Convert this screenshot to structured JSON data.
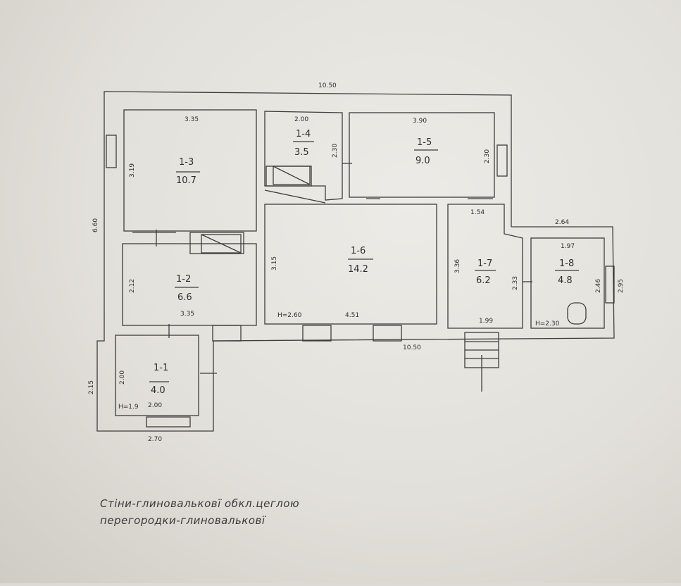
{
  "plan": {
    "overall": {
      "top": "10.50",
      "bottom": "10.50",
      "left": "6.60"
    },
    "rooms": [
      {
        "id": "1-1",
        "area": "4.0",
        "dims": [
          "2.00",
          "2.00",
          "2.70",
          "2.15"
        ],
        "height": "H=1.9"
      },
      {
        "id": "1-2",
        "area": "6.6",
        "dims": [
          "2.12",
          "3.35"
        ]
      },
      {
        "id": "1-3",
        "area": "10.7",
        "dims": [
          "3.35",
          "3.19"
        ]
      },
      {
        "id": "1-4",
        "area": "3.5",
        "dims": [
          "2.00",
          "2.30"
        ]
      },
      {
        "id": "1-5",
        "area": "9.0",
        "dims": [
          "3.90",
          "2.30"
        ]
      },
      {
        "id": "1-6",
        "area": "14.2",
        "dims": [
          "3.15",
          "4.51"
        ],
        "height": "H=2.60"
      },
      {
        "id": "1-7",
        "area": "6.2",
        "dims": [
          "1.54",
          "3.36",
          "2.33",
          "1.99"
        ]
      },
      {
        "id": "1-8",
        "area": "4.8",
        "dims": [
          "2.64",
          "1.97",
          "2.46",
          "2.95"
        ],
        "height": "H=2.30"
      }
    ]
  },
  "legend": {
    "line1": "Стіни-глиновальковї обкл.цеглою",
    "line2": "перегородки-глиновальковї"
  }
}
